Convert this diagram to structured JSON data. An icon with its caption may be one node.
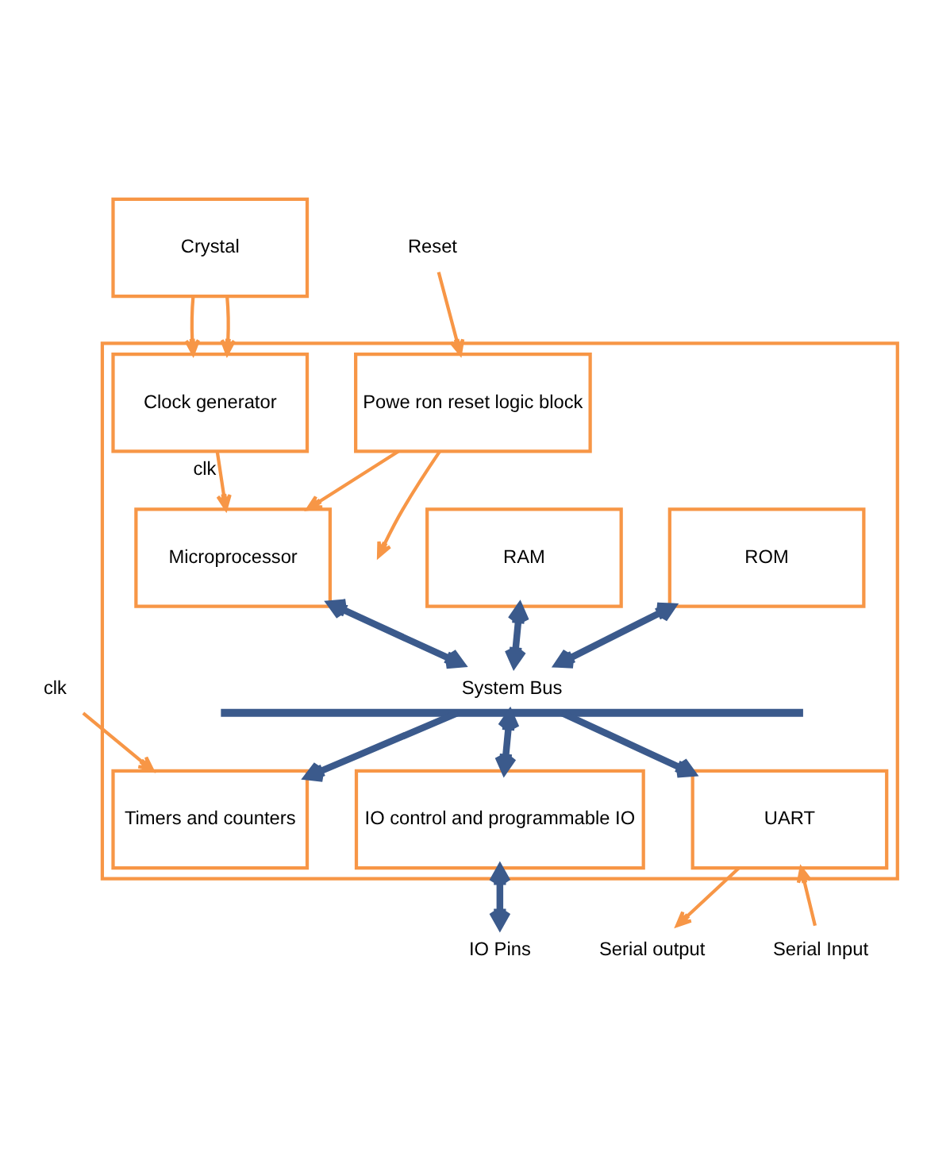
{
  "diagram": {
    "nodes": [
      {
        "text": [],
        "shape": "box"
      },
      {
        "text": [
          "Crystal"
        ]
      },
      {
        "text": [
          "Clock generator"
        ],
        "in": 0
      },
      {
        "text": [
          "Powe ron reset logic block"
        ],
        "in": 0
      },
      {
        "text": [
          "Microprocessor"
        ],
        "in": 0
      },
      {
        "text": [
          "RAM"
        ],
        "in": 0
      },
      {
        "text": [
          "ROM"
        ],
        "in": 0
      },
      {
        "text": [
          "System Bus"
        ],
        "in": 0
      },
      {
        "text": [
          "IO control and programmable IO"
        ],
        "in": 0
      },
      {
        "text": [
          "UART"
        ],
        "in": 0
      },
      {
        "text": [
          "Timers and counters"
        ],
        "in": 0
      },
      {
        "text": [
          "Reset"
        ]
      },
      {
        "text": [
          "clk"
        ]
      },
      {
        "text": [
          "IO Pins"
        ]
      },
      {
        "text": [
          "Serial output"
        ]
      },
      {
        "text": [
          "Serial Input"
        ]
      }
    ],
    "edges": [
      {
        "from": 1,
        "to": 2,
        "arrow": "to"
      },
      {
        "from": 1,
        "to": 2,
        "arrow": "to"
      },
      {
        "from": 11,
        "to": 3,
        "arrow": "to"
      },
      {
        "from": 2,
        "to": 4,
        "arrow": "to",
        "label": "clk"
      },
      {
        "from": 3,
        "to": 4,
        "arrow": "to"
      },
      {
        "from": 3,
        "to": null,
        "arrow": "to"
      },
      {
        "from": 4,
        "to": 7,
        "arrow": "both",
        "style": "thick",
        "color": "#3b5a8c"
      },
      {
        "from": 5,
        "to": 7,
        "arrow": "both",
        "style": "thick",
        "color": "#3b5a8c"
      },
      {
        "from": 6,
        "to": 7,
        "arrow": "both",
        "style": "thick",
        "color": "#3b5a8c"
      },
      {
        "from": 7,
        "to": 8,
        "arrow": "both",
        "style": "thick",
        "color": "#3b5a8c"
      },
      {
        "from": 7,
        "to": 9,
        "arrow": "to",
        "style": "thick",
        "color": "#3b5a8c"
      },
      {
        "from": 7,
        "to": 10,
        "arrow": "to",
        "style": "thick",
        "color": "#3b5a8c"
      },
      {
        "from": 12,
        "to": 10,
        "arrow": "to"
      },
      {
        "from": 8,
        "to": 13,
        "arrow": "both",
        "style": "thick",
        "color": "#3b5a8c"
      },
      {
        "from": 9,
        "to": 14,
        "arrow": "to"
      },
      {
        "from": 15,
        "to": 9,
        "arrow": "to"
      }
    ]
  }
}
